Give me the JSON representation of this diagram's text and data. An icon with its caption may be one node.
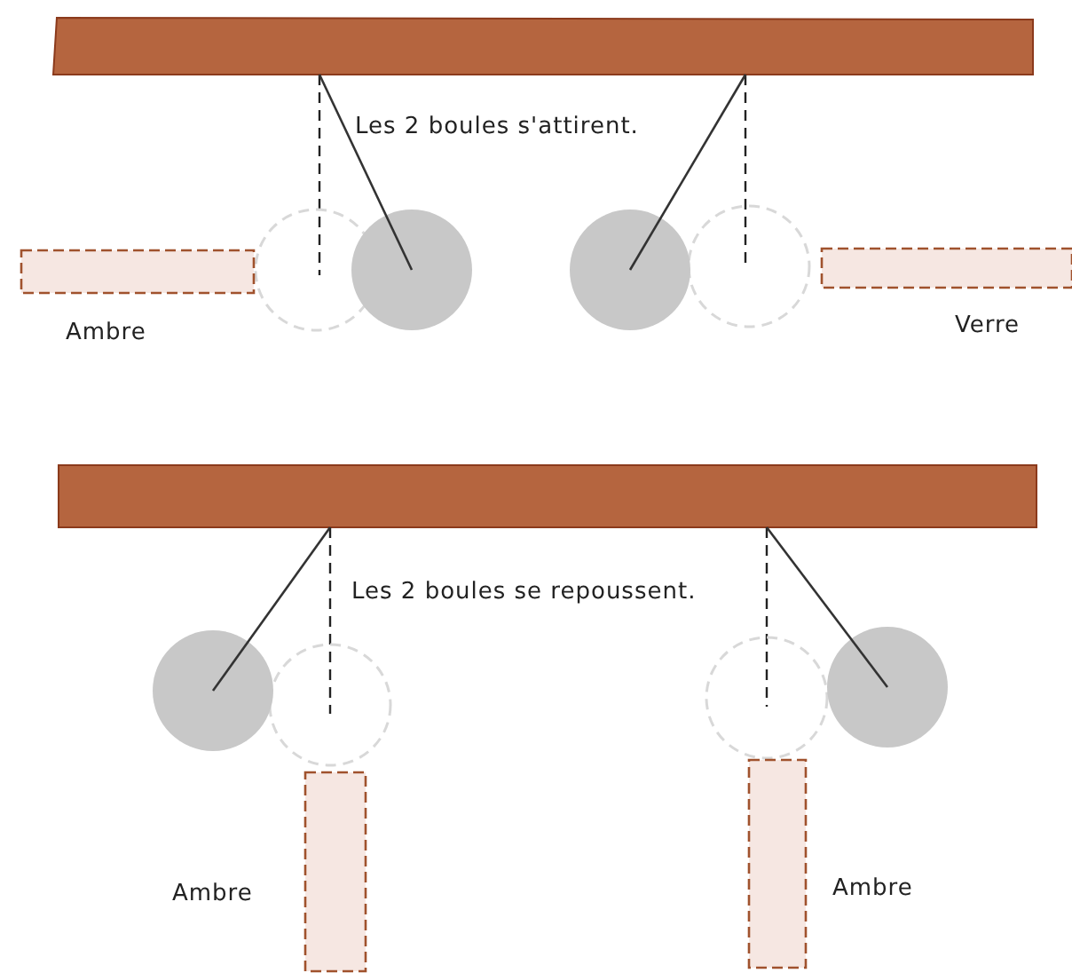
{
  "diagram": {
    "labels": [
      "Les 2 boules s'attirent.",
      "Ambre",
      "Verre",
      "Les 2 boules se repoussent.",
      "Ambre",
      "Ambre"
    ]
  }
}
